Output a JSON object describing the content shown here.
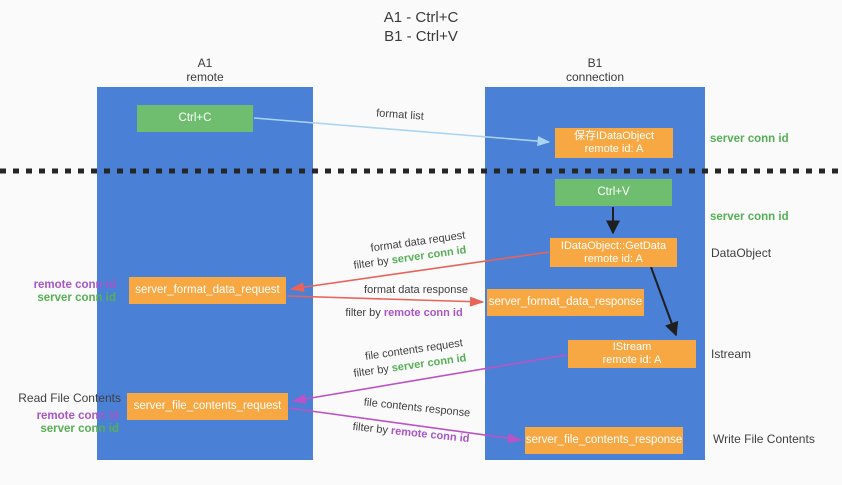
{
  "title": {
    "line1": "A1 - Ctrl+C",
    "line2": "B1 - Ctrl+V"
  },
  "columns": {
    "left": {
      "id": "A1",
      "name": "remote"
    },
    "right": {
      "id": "B1",
      "name": "connection"
    }
  },
  "nodes": {
    "ctrl_c": "Ctrl+C",
    "ctrl_v": "Ctrl+V",
    "save_idataobject": {
      "line1": "保存IDataObject",
      "line2": "remote id: A"
    },
    "getdata": {
      "line1": "IDataObject::GetData",
      "line2": "remote id: A"
    },
    "istream": {
      "line1": "IStream",
      "line2": "remote id: A"
    },
    "server_format_data_request": "server_format_data_request",
    "server_format_data_response": "server_format_data_response",
    "server_file_contents_request": "server_file_contents_request",
    "server_file_contents_response": "server_file_contents_response"
  },
  "arrow_labels": {
    "format_list": "format list",
    "format_data_request": "format data request",
    "format_data_response": "format data response",
    "file_contents_request": "file contents request",
    "file_contents_response": "file contents response",
    "filter_by": "filter by",
    "server_conn_id": "server conn id",
    "remote_conn_id": "remote conn id"
  },
  "side_labels": {
    "server_conn_id_top": "server conn id",
    "server_conn_id_mid": "server conn id",
    "dataobject": "DataObject",
    "istream": "Istream",
    "write_file_contents": "Write File Contents",
    "read_file_contents": "Read File Contents",
    "remote_conn_id": "remote conn id",
    "server_conn_id": "server conn id"
  },
  "colors": {
    "column_blue": "#4a80d6",
    "box_green": "#6fbe70",
    "box_orange": "#f8a843",
    "label_green": "#55b055",
    "label_purple": "#a855c8",
    "arrow_red": "#e8635a",
    "arrow_magenta": "#bb53c5",
    "arrow_light_blue": "#aad4f5",
    "arrow_black": "#1f1f1f",
    "background": "#fafafa"
  }
}
